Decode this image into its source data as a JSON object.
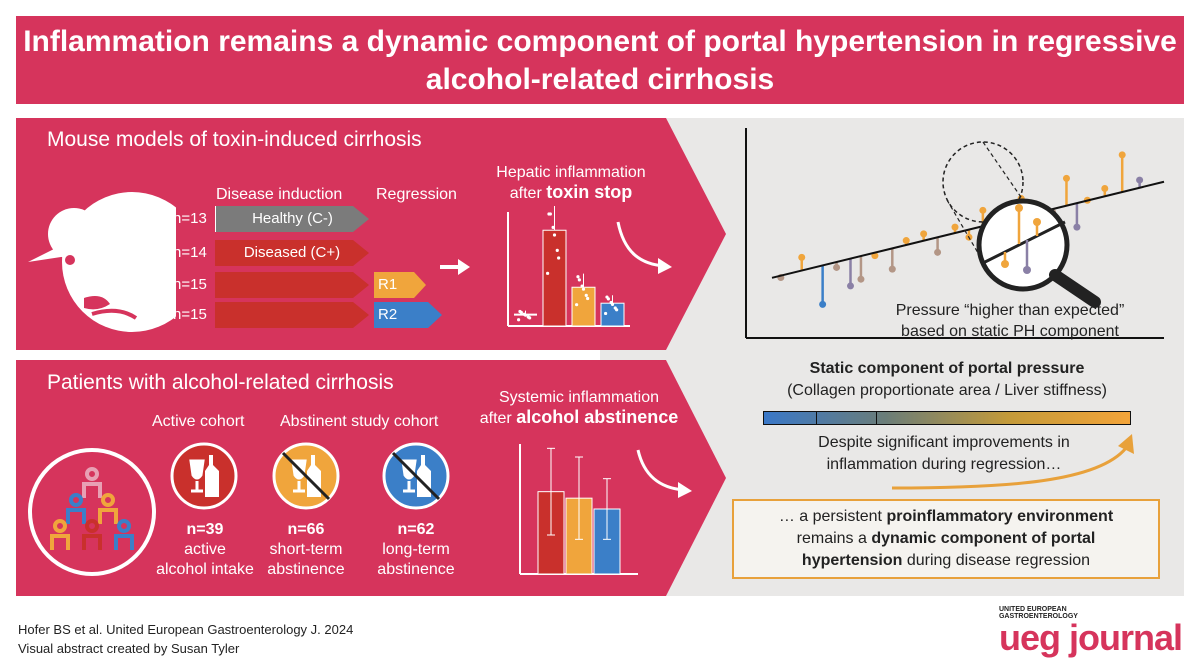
{
  "title": "Inflammation remains a dynamic component of portal hypertension in regressive alcohol-related cirrhosis",
  "mouse_section": {
    "heading": "Mouse models of toxin-induced cirrhosis",
    "col_induction": "Disease induction",
    "col_regression": "Regression",
    "groups": [
      {
        "n": "n=13",
        "label": "Healthy (C-)",
        "color": "#7b7b7b"
      },
      {
        "n": "n=14",
        "label": "Diseased (C+)",
        "color": "#c9302c"
      },
      {
        "n": "n=15",
        "label": "",
        "color": "#c9302c",
        "regression": "R1",
        "regression_color": "#f0a53c"
      },
      {
        "n": "n=15",
        "label": "",
        "color": "#c9302c",
        "regression": "R2",
        "regression_color": "#3b7fc8"
      }
    ],
    "chart_title_line1": "Hepatic inflammation",
    "chart_title_line2_pre": "after ",
    "chart_title_line2_bold": "toxin stop"
  },
  "patients_section": {
    "heading": "Patients with alcohol-related cirrhosis",
    "label_active": "Active cohort",
    "label_abstinent": "Abstinent study cohort",
    "cohorts": [
      {
        "n": "n=39",
        "line1": "active",
        "line2": "alcohol intake",
        "color": "#c9302c"
      },
      {
        "n": "n=66",
        "line1": "short-term",
        "line2": "abstinence",
        "color": "#f0a53c"
      },
      {
        "n": "n=62",
        "line1": "long-term",
        "line2": "abstinence",
        "color": "#3b7fc8"
      }
    ],
    "chart_title_line1": "Systemic inflammation",
    "chart_title_line2_pre": "after ",
    "chart_title_line2_bold": "alcohol abstinence"
  },
  "right_panel": {
    "pressure_line1": "Pressure “higher than expected”",
    "pressure_line2": "based on static PH component",
    "static_bold": "Static component of portal pressure",
    "static_sub": "(Collagen proportionate area / Liver stiffness)",
    "despite_line1": "Despite significant improvements in",
    "despite_line2": "inflammation during regression…",
    "conclusion_pre": "… a persistent ",
    "conclusion_bold1": "proinflammatory environment",
    "conclusion_mid": "remains a ",
    "conclusion_bold2": "dynamic component of portal",
    "conclusion_bold3": "hypertension",
    "conclusion_post": " during disease regression"
  },
  "footer": {
    "citation": "Hofer BS et al. United European Gastroenterology J. 2024",
    "credit": "Visual abstract created by Susan Tyler",
    "brand_small": "UNITED EUROPEAN GASTROENTEROLOGY",
    "brand_logo": "ueg journal"
  },
  "colors": {
    "pink": "#d6345c",
    "red": "#c9302c",
    "orange": "#f0a53c",
    "blue": "#3b7fc8",
    "grey_bar": "#7b7b7b",
    "tan": "#b39686",
    "purple": "#8a80a6"
  },
  "chart_data": [
    {
      "type": "bar",
      "categories": [
        "C-",
        "C+",
        "R1",
        "R2"
      ],
      "values": [
        0.5,
        4.2,
        1.7,
        1.0
      ],
      "colors": [
        "#ffffff",
        "#c9302c",
        "#f0a53c",
        "#3b7fc8"
      ],
      "ylim": [
        0,
        5
      ]
    },
    {
      "type": "bar",
      "categories": [
        "active",
        "short-term",
        "long-term"
      ],
      "values": [
        3.8,
        3.5,
        3.0
      ],
      "errors": [
        2.0,
        1.9,
        1.4
      ],
      "colors": [
        "#c9302c",
        "#f0a53c",
        "#3b7fc8"
      ],
      "ylim": [
        0,
        6
      ]
    },
    {
      "type": "scatter",
      "x": [
        1,
        1.6,
        2.2,
        2.6,
        3,
        3.3,
        3.7,
        4.2,
        4.6,
        5.1,
        5.5,
        6,
        6.4,
        6.8,
        7.2,
        7.5,
        7.9,
        8.3,
        8.8,
        9.2,
        9.5,
        9.8,
        10.3,
        10.8,
        11.3
      ],
      "y": [
        3.6,
        4.8,
        2.0,
        4.2,
        3.1,
        3.5,
        4.9,
        4.1,
        5.8,
        6.2,
        5.1,
        6.6,
        6.0,
        7.6,
        5.4,
        6.3,
        8.3,
        7.0,
        7.5,
        9.5,
        6.6,
        8.2,
        8.9,
        10.9,
        9.4
      ],
      "categories": [
        "tan",
        "orange",
        "blue",
        "tan",
        "purple",
        "tan",
        "orange",
        "tan",
        "orange",
        "orange",
        "tan",
        "orange",
        "orange",
        "orange",
        "purple",
        "orange",
        "orange",
        "tan",
        "tan",
        "orange",
        "purple",
        "orange",
        "orange",
        "orange",
        "purple"
      ],
      "line": {
        "x": [
          0,
          12
        ],
        "y": [
          3.2,
          9.3
        ]
      },
      "xlim": [
        0,
        12
      ],
      "ylim": [
        0,
        12.5
      ]
    }
  ]
}
